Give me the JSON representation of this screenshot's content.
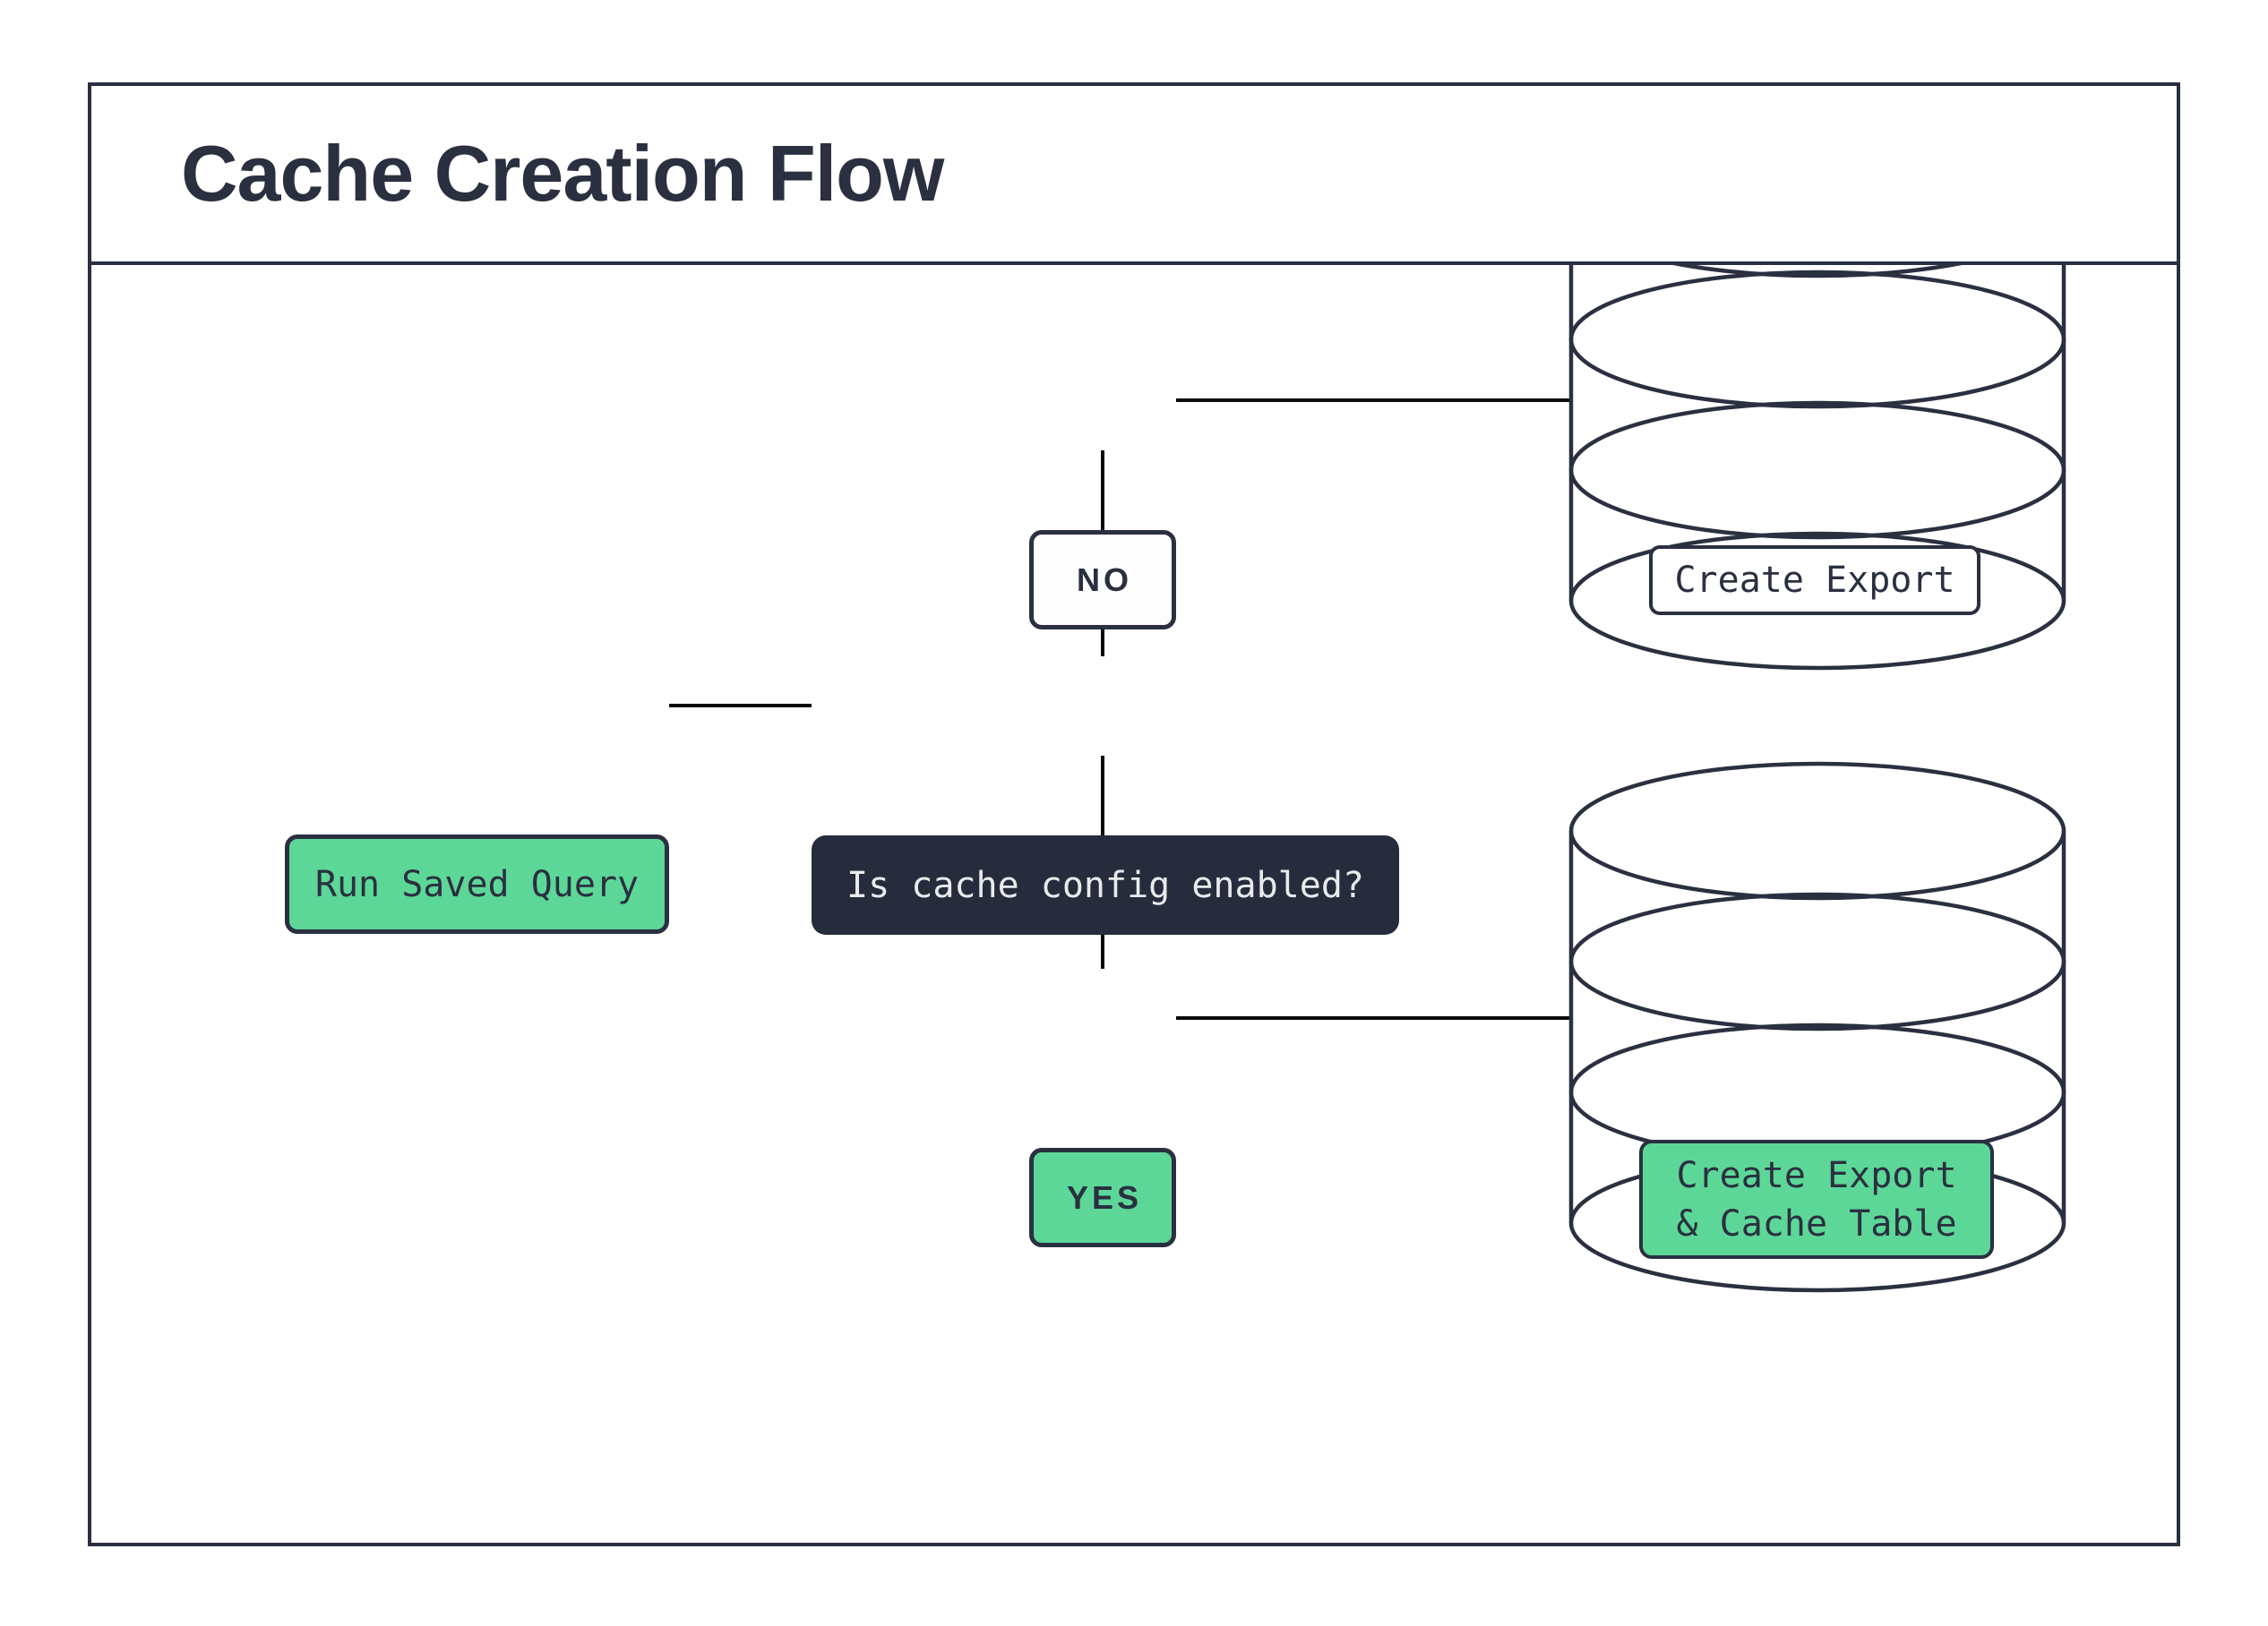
{
  "header": {
    "title": "Cache Creation Flow"
  },
  "flow": {
    "start_label": "Run Saved Query",
    "decision_label": "Is cache config enabled?",
    "no_label": "NO",
    "yes_label": "YES",
    "no_result_label": "Create Export",
    "yes_result_line1": "Create Export",
    "yes_result_line2": "& Cache Table"
  },
  "icons": {
    "no_branch_target": "database-cylinder-icon",
    "yes_branch_target": "database-cylinder-icon"
  },
  "colors": {
    "navy": "#2a3040",
    "decision_fill": "#262c3c",
    "green": "#5dd797",
    "connector_line": "#0b0b0b",
    "light_text": "#e8eaec",
    "background": "#ffffff"
  }
}
